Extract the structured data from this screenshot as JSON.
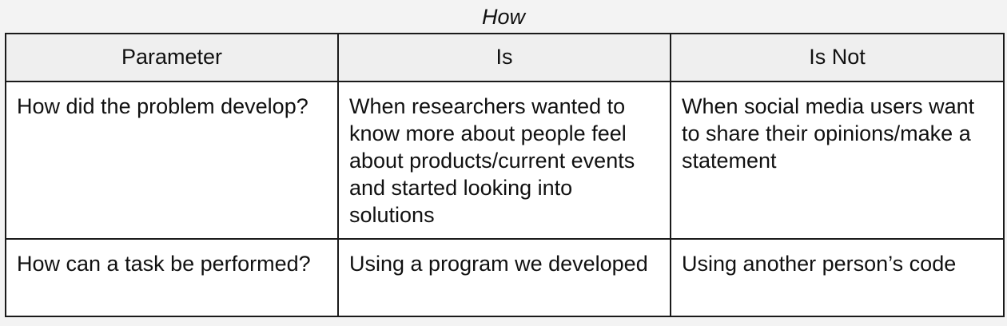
{
  "caption": "How",
  "table": {
    "headers": [
      "Parameter",
      "Is",
      "Is Not"
    ],
    "rows": [
      [
        "How did the problem develop?",
        "When researchers wanted to know more about people feel about products/current events and started looking into solutions",
        "When social media users want to share their opinions/make a statement"
      ],
      [
        "How can a task be performed?",
        "Using a program we developed",
        "Using another person’s code"
      ]
    ]
  }
}
